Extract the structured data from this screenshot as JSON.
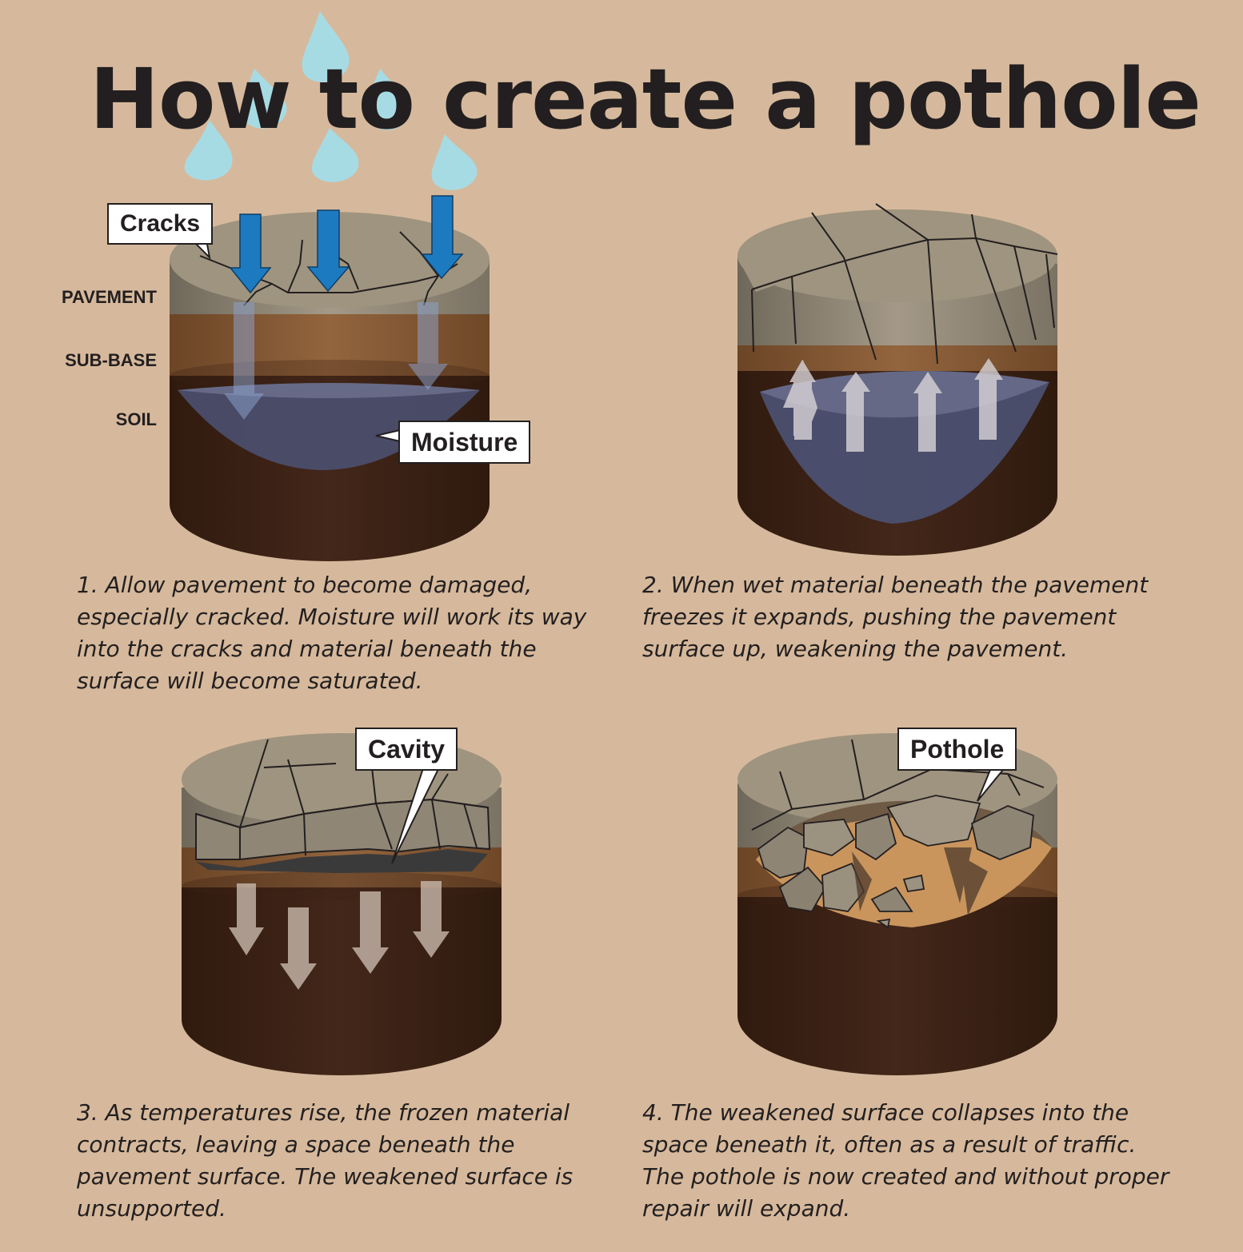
{
  "title": "How to create a pothole",
  "layer_labels": {
    "pavement": "PAVEMENT",
    "sub_base": "SUB-BASE",
    "soil": "SOIL"
  },
  "callouts": {
    "cracks": "Cracks",
    "moisture": "Moisture",
    "cavity": "Cavity",
    "pothole": "Pothole"
  },
  "steps": [
    {
      "text": "1. Allow pavement to become damaged, especially cracked. Moisture will work its way into the cracks and material beneath the surface will become saturated."
    },
    {
      "text": "2. When wet material beneath the pavement freezes it expands, pushing the pavement surface up, weakening the pavement."
    },
    {
      "text": "3. As temperatures rise, the frozen material contracts, leaving a space beneath the pavement surface. The weakened surface is unsupported."
    },
    {
      "text": "4. The weakened surface collapses into the space beneath it, often as a result of traffic. The pothole is now created and without proper repair will expand."
    }
  ],
  "colors": {
    "background": "#d6b99c",
    "pavement": "#9a8f7c",
    "sub_base": "#8a5e38",
    "soil": "#3c2213",
    "moisture": "#4b5070",
    "rain": "#a7dbe4",
    "arrow_blue": "#1c7bc0"
  }
}
